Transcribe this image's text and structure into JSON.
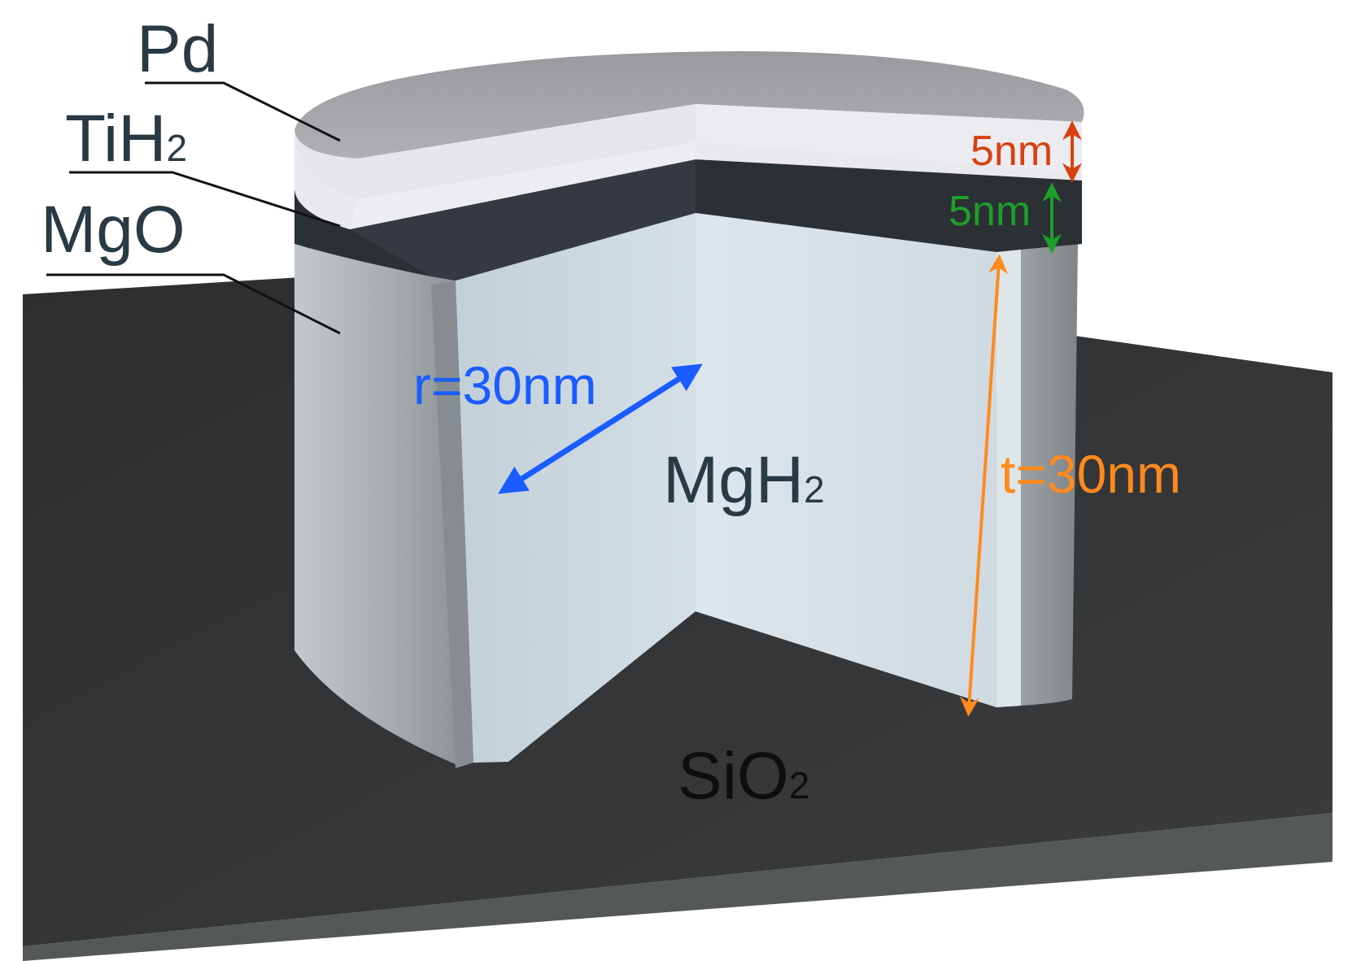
{
  "layers": {
    "pd": {
      "base": "Pd"
    },
    "tih2": {
      "base": "TiH",
      "sub": "2"
    },
    "mgo": {
      "base": "MgO"
    },
    "core": {
      "base": "MgH",
      "sub": "2"
    },
    "substrate": {
      "base": "SiO",
      "sub": "2"
    }
  },
  "dimensions": {
    "pd_thickness": "5nm",
    "tih2_thickness": "5nm",
    "radius": "r=30nm",
    "thickness": "t=30nm"
  },
  "colors": {
    "pd_thickness": "#d9400f",
    "tih2_thickness": "#1e9e2a",
    "radius": "#1a5cff",
    "thickness": "#ff8a1e",
    "substrate": "#303234",
    "pd": "#e8e8ec",
    "tih2": "#2c3136",
    "mgo": "#a4aaad",
    "core": "#cfdbe2"
  }
}
